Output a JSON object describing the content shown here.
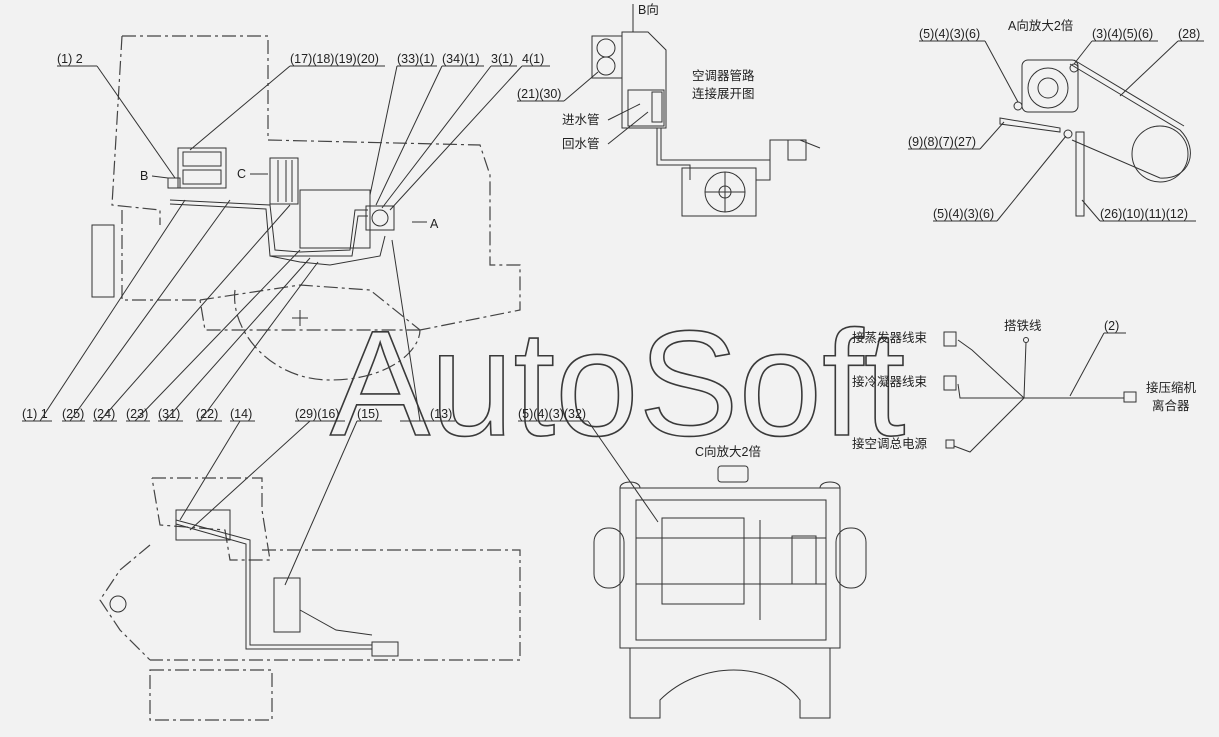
{
  "views": {
    "b_view": "B向",
    "a_view": "A向放大2倍",
    "c_view": "C向放大2倍"
  },
  "markers": {
    "b": "B",
    "c": "C",
    "a": "A"
  },
  "pipe_title": [
    "空调器管路",
    "连接展开图"
  ],
  "water": {
    "inlet": "进水管",
    "return": "回水管"
  },
  "harness": {
    "evaporator": "接蒸发器线束",
    "ground": "搭铁线",
    "condenser": "接冷凝器线束",
    "compressor": [
      "接压缩机",
      "离合器"
    ],
    "power": "接空调总电源",
    "callout": "(2)"
  },
  "callouts_top": [
    "(1) 2",
    "(17)(18)(19)(20)",
    "(33)(1)",
    "(34)(1)",
    "3(1)",
    "4(1)"
  ],
  "callout_b": "(21)(30)",
  "callouts_a": [
    "(5)(4)(3)(6)",
    "(3)(4)(5)(6)",
    "(28)",
    "(9)(8)(7)(27)",
    "(5)(4)(3)(6)",
    "(26)(10)(11)(12)"
  ],
  "callouts_mid": [
    "(1) 1",
    "(25)",
    "(24)",
    "(23)",
    "(31)",
    "(22)",
    "(14)",
    "(29)(16)",
    "(15)",
    "(13)",
    "(5)(4)(3)(32)"
  ],
  "watermark": "AutoSoft"
}
